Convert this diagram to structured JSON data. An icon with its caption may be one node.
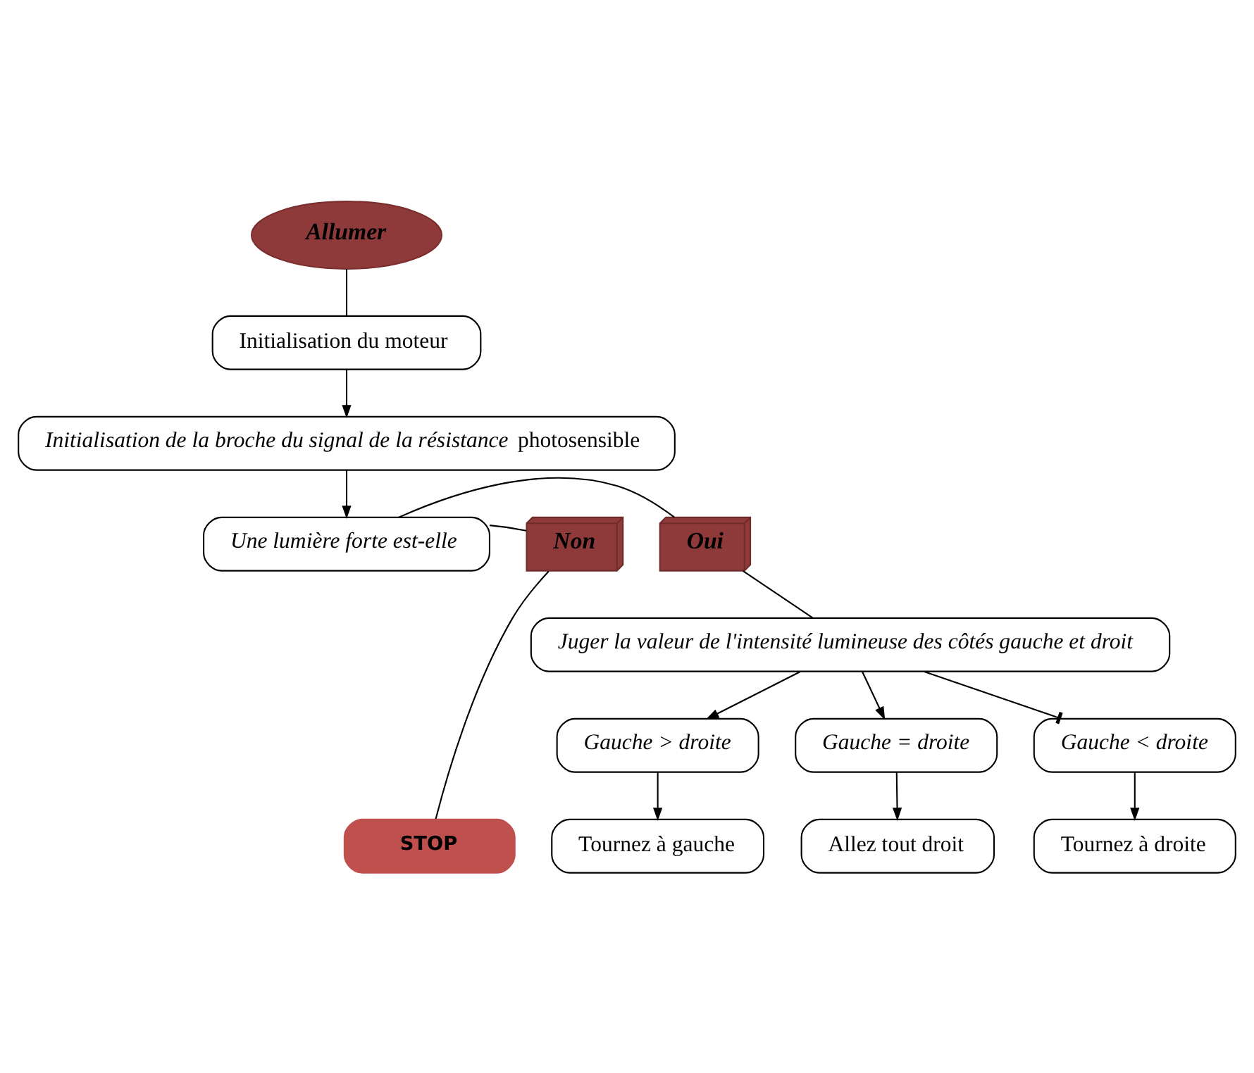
{
  "diagram": {
    "nodes": [
      {
        "text": [
          "Allumer"
        ]
      },
      {
        "text": [
          "Initialisation du moteur"
        ]
      },
      {
        "text": [
          "*Initialisation de la broche du signal de la résistance* photosensible"
        ]
      },
      {
        "text": [
          "Une lumière forte est-elle"
        ]
      },
      {
        "text": [
          "Oui"
        ]
      },
      {
        "text": [
          "Non"
        ]
      },
      {
        "text": [
          "Juger la valeur de l'intensité lumineuse des côtés gauche et droit"
        ]
      },
      {
        "text": [
          "Gauche > droite"
        ]
      },
      {
        "text": [
          "Gauche = droite"
        ]
      },
      {
        "text": [
          "Gauche < droite"
        ]
      },
      {
        "text": [
          "Tournez à gauche"
        ]
      },
      {
        "text": [
          "Allez tout droit"
        ]
      },
      {
        "text": [
          "Tournez à droite"
        ]
      },
      {
        "text": [
          "STOP"
        ]
      }
    ],
    "edges": [
      {
        "from": 0,
        "to": 1,
        "arrow": "none"
      },
      {
        "from": 1,
        "to": 2,
        "arrow": "to"
      },
      {
        "from": 2,
        "to": 3,
        "arrow": "to"
      },
      {
        "from": 3,
        "to": 4,
        "arrow": "none"
      },
      {
        "from": 3,
        "to": 5,
        "arrow": "none"
      },
      {
        "from": 4,
        "to": 6,
        "arrow": "none"
      },
      {
        "from": 5,
        "to": 13,
        "arrow": "none"
      },
      {
        "from": 6,
        "to": 7,
        "arrow": "to"
      },
      {
        "from": 6,
        "to": 8,
        "arrow": "to"
      },
      {
        "from": 6,
        "to": 9,
        "arrow": "other"
      },
      {
        "from": 7,
        "to": 10,
        "arrow": "to"
      },
      {
        "from": 8,
        "to": 11,
        "arrow": "to"
      },
      {
        "from": 9,
        "to": 12,
        "arrow": "to"
      }
    ]
  }
}
